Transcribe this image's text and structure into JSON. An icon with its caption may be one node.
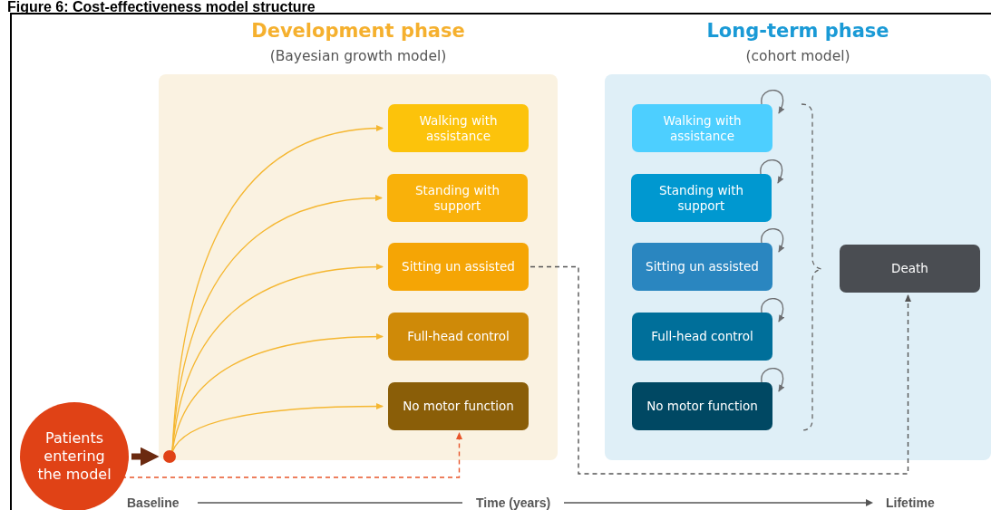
{
  "diagram": {
    "title": "Figure 6: Cost-effectiveness model structure",
    "nodes": [
      {
        "text": [
          "Development phase",
          "(Bayesian growth model)"
        ]
      },
      {
        "text": [
          "Walking with assistance"
        ],
        "in": 0
      },
      {
        "text": [
          "Standing with support"
        ],
        "in": 0
      },
      {
        "text": [
          "Sitting un assisted"
        ],
        "in": 0
      },
      {
        "text": [
          "Full-head control"
        ],
        "in": 0
      },
      {
        "text": [
          "No motor function"
        ],
        "in": 0
      },
      {
        "text": [
          "Long-term phase",
          "(cohort model)"
        ]
      },
      {
        "text": [
          "Walking with assistance"
        ],
        "in": 6
      },
      {
        "text": [
          "Standing with support"
        ],
        "in": 6
      },
      {
        "text": [
          "Sitting un assisted"
        ],
        "in": 6
      },
      {
        "text": [
          "Full-head control"
        ],
        "in": 6
      },
      {
        "text": [
          "No motor function"
        ],
        "in": 6
      },
      {
        "text": [
          "Death"
        ],
        "in": 6
      },
      {
        "text": [
          "Patients entering the model"
        ]
      },
      {
        "text": [],
        "shape": "circle",
        "in": 0
      }
    ],
    "edges": [
      {
        "from": 13,
        "to": 14,
        "arrow": "to",
        "style": "thick",
        "color": "#6b2a10"
      },
      {
        "from": 14,
        "to": 1,
        "arrow": "to",
        "color": "#f5b731"
      },
      {
        "from": 14,
        "to": 2,
        "arrow": "to",
        "color": "#f5b731"
      },
      {
        "from": 14,
        "to": 3,
        "arrow": "to",
        "color": "#f5b731"
      },
      {
        "from": 14,
        "to": 4,
        "arrow": "to",
        "color": "#f5b731"
      },
      {
        "from": 14,
        "to": 5,
        "arrow": "to",
        "color": "#f5b731"
      },
      {
        "from": 13,
        "to": 5,
        "arrow": "to",
        "style": "dashed",
        "color": "#e8552a"
      },
      {
        "from": 3,
        "to": 12,
        "arrow": "to",
        "style": "dashed",
        "color": "#555555"
      },
      {
        "from": 7,
        "to": 7,
        "arrow": "to",
        "color": "#6d6e71"
      },
      {
        "from": 8,
        "to": 8,
        "arrow": "to",
        "color": "#6d6e71"
      },
      {
        "from": 9,
        "to": 9,
        "arrow": "to",
        "color": "#6d6e71"
      },
      {
        "from": 10,
        "to": 10,
        "arrow": "to",
        "color": "#6d6e71"
      },
      {
        "from": 11,
        "to": 11,
        "arrow": "to",
        "color": "#6d6e71"
      }
    ],
    "labels": [
      "Baseline",
      "Time (years)",
      "Lifetime"
    ]
  }
}
